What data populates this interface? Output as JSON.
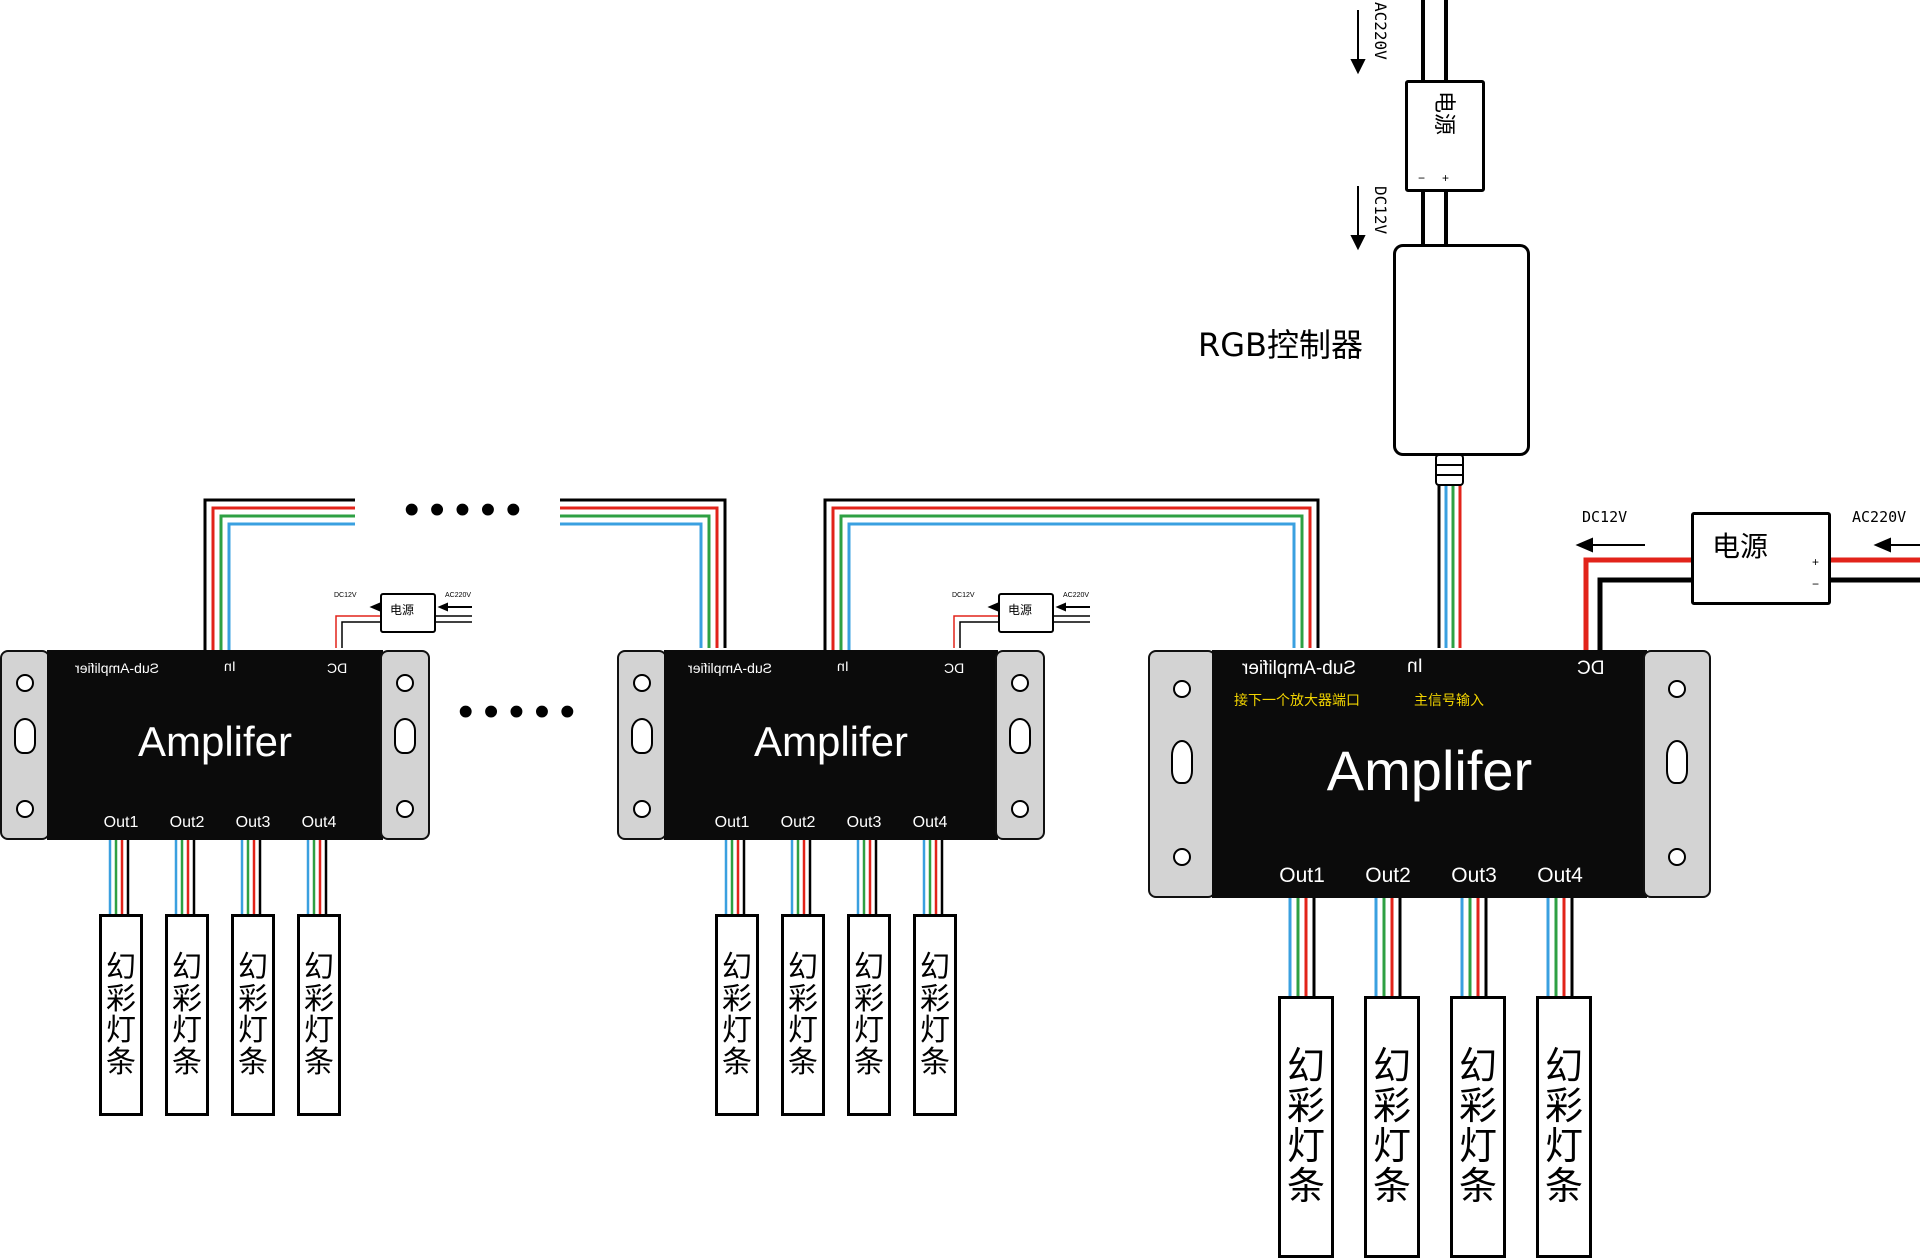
{
  "amplifier_label": "Amplifer",
  "port_labels": {
    "sub_amplifier": "Sub-Amplifier",
    "input": "In",
    "dc": "DC"
  },
  "outputs": [
    "Out1",
    "Out2",
    "Out3",
    "Out4"
  ],
  "strip_label": "幻彩灯条",
  "port_notes": {
    "sub_amplifier": "接下一个放大器端口",
    "input": "主信号输入"
  },
  "controller_label": "RGB控制器",
  "power_supply_label": "电源",
  "voltages": {
    "ac": "AC220V",
    "dc": "DC12V"
  },
  "polarity": {
    "minus": "−",
    "plus": "+"
  },
  "continuation": "•••••",
  "colors": {
    "wire_red": "#e2231a",
    "wire_green": "#2ea043",
    "wire_blue": "#3aa0e0",
    "amp_body": "#0b0b0b",
    "port_note": "#f2d400"
  }
}
